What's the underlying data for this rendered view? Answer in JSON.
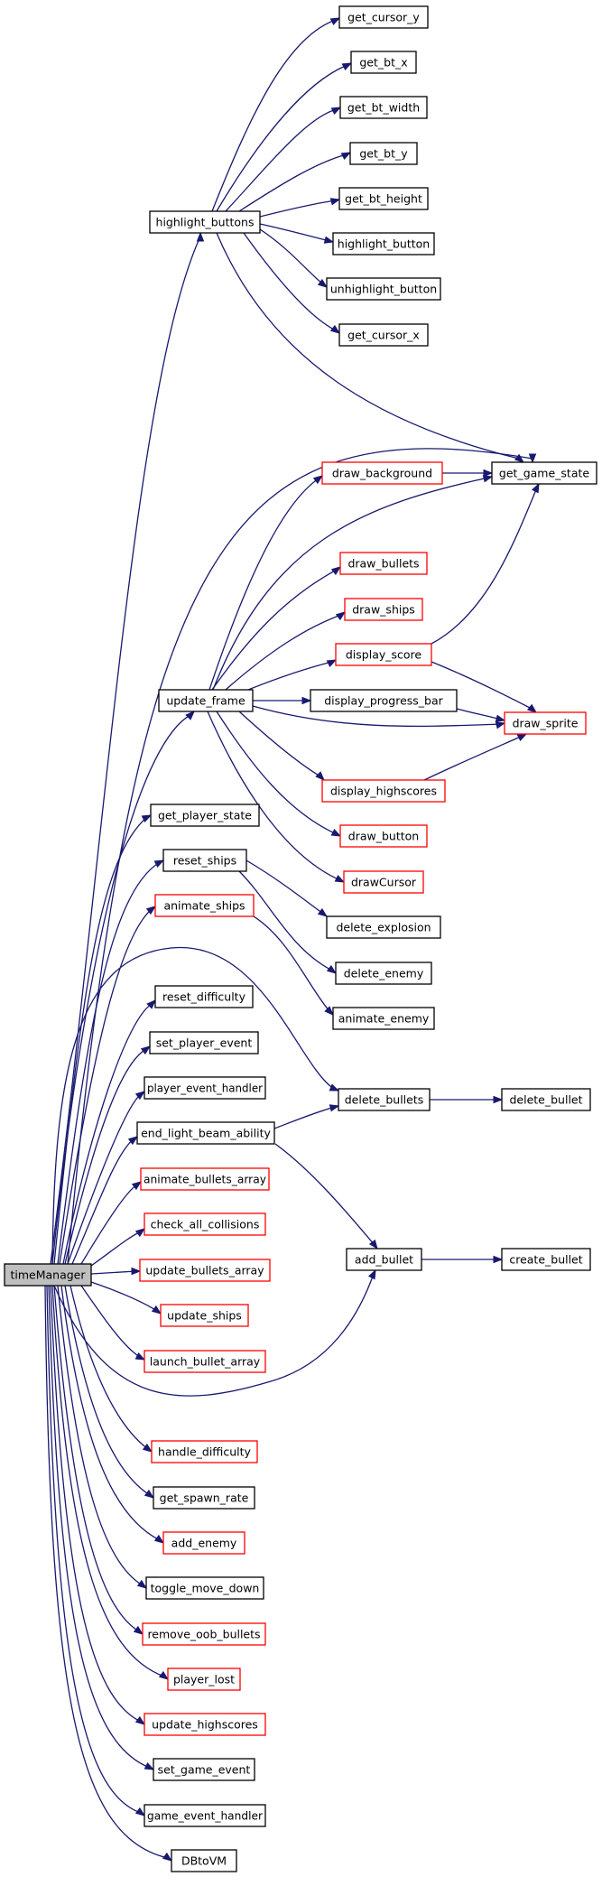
{
  "graph": {
    "nodes": [
      {
        "id": "n0",
        "label": "timeManager",
        "variant": "root"
      },
      {
        "id": "n1",
        "label": "highlight_buttons",
        "variant": "normal"
      },
      {
        "id": "n2",
        "label": "get_cursor_y",
        "variant": "normal"
      },
      {
        "id": "n3",
        "label": "get_bt_x",
        "variant": "normal"
      },
      {
        "id": "n4",
        "label": "get_bt_width",
        "variant": "normal"
      },
      {
        "id": "n5",
        "label": "get_bt_y",
        "variant": "normal"
      },
      {
        "id": "n6",
        "label": "get_bt_height",
        "variant": "normal"
      },
      {
        "id": "n7",
        "label": "highlight_button",
        "variant": "normal"
      },
      {
        "id": "n8",
        "label": "unhighlight_button",
        "variant": "normal"
      },
      {
        "id": "n9",
        "label": "get_cursor_x",
        "variant": "normal"
      },
      {
        "id": "n10",
        "label": "draw_background",
        "variant": "red"
      },
      {
        "id": "n11",
        "label": "get_game_state",
        "variant": "normal"
      },
      {
        "id": "n12",
        "label": "draw_bullets",
        "variant": "red"
      },
      {
        "id": "n13",
        "label": "draw_ships",
        "variant": "red"
      },
      {
        "id": "n14",
        "label": "display_score",
        "variant": "red"
      },
      {
        "id": "n15",
        "label": "update_frame",
        "variant": "normal"
      },
      {
        "id": "n16",
        "label": "display_progress_bar",
        "variant": "normal"
      },
      {
        "id": "n17",
        "label": "draw_sprite",
        "variant": "red"
      },
      {
        "id": "n18",
        "label": "display_highscores",
        "variant": "red"
      },
      {
        "id": "n19",
        "label": "get_player_state",
        "variant": "normal"
      },
      {
        "id": "n20",
        "label": "draw_button",
        "variant": "red"
      },
      {
        "id": "n21",
        "label": "reset_ships",
        "variant": "normal"
      },
      {
        "id": "n22",
        "label": "drawCursor",
        "variant": "red"
      },
      {
        "id": "n23",
        "label": "animate_ships",
        "variant": "red"
      },
      {
        "id": "n24",
        "label": "delete_explosion",
        "variant": "normal"
      },
      {
        "id": "n25",
        "label": "delete_enemy",
        "variant": "normal"
      },
      {
        "id": "n26",
        "label": "reset_difficulty",
        "variant": "normal"
      },
      {
        "id": "n27",
        "label": "animate_enemy",
        "variant": "normal"
      },
      {
        "id": "n28",
        "label": "set_player_event",
        "variant": "normal"
      },
      {
        "id": "n29",
        "label": "player_event_handler",
        "variant": "normal"
      },
      {
        "id": "n30",
        "label": "delete_bullets",
        "variant": "normal"
      },
      {
        "id": "n31",
        "label": "delete_bullet",
        "variant": "normal"
      },
      {
        "id": "n32",
        "label": "end_light_beam_ability",
        "variant": "normal"
      },
      {
        "id": "n33",
        "label": "animate_bullets_array",
        "variant": "red"
      },
      {
        "id": "n34",
        "label": "check_all_collisions",
        "variant": "red"
      },
      {
        "id": "n35",
        "label": "add_bullet",
        "variant": "normal"
      },
      {
        "id": "n36",
        "label": "create_bullet",
        "variant": "normal"
      },
      {
        "id": "n37",
        "label": "update_bullets_array",
        "variant": "red"
      },
      {
        "id": "n38",
        "label": "update_ships",
        "variant": "red"
      },
      {
        "id": "n39",
        "label": "launch_bullet_array",
        "variant": "red"
      },
      {
        "id": "n40",
        "label": "handle_difficulty",
        "variant": "red"
      },
      {
        "id": "n41",
        "label": "get_spawn_rate",
        "variant": "normal"
      },
      {
        "id": "n42",
        "label": "add_enemy",
        "variant": "red"
      },
      {
        "id": "n43",
        "label": "toggle_move_down",
        "variant": "normal"
      },
      {
        "id": "n44",
        "label": "remove_oob_bullets",
        "variant": "red"
      },
      {
        "id": "n45",
        "label": "player_lost",
        "variant": "red"
      },
      {
        "id": "n46",
        "label": "update_highscores",
        "variant": "red"
      },
      {
        "id": "n47",
        "label": "set_game_event",
        "variant": "normal"
      },
      {
        "id": "n48",
        "label": "game_event_handler",
        "variant": "normal"
      },
      {
        "id": "n49",
        "label": "DBtoVM",
        "variant": "normal"
      }
    ],
    "edges": [
      {
        "from": "n0",
        "to": "n1"
      },
      {
        "from": "n1",
        "to": "n2"
      },
      {
        "from": "n1",
        "to": "n3"
      },
      {
        "from": "n1",
        "to": "n4"
      },
      {
        "from": "n1",
        "to": "n5"
      },
      {
        "from": "n1",
        "to": "n6"
      },
      {
        "from": "n1",
        "to": "n7"
      },
      {
        "from": "n1",
        "to": "n8"
      },
      {
        "from": "n1",
        "to": "n9"
      },
      {
        "from": "n1",
        "to": "n11"
      },
      {
        "from": "n0",
        "to": "n11"
      },
      {
        "from": "n0",
        "to": "n15"
      },
      {
        "from": "n15",
        "to": "n10"
      },
      {
        "from": "n10",
        "to": "n11"
      },
      {
        "from": "n15",
        "to": "n11"
      },
      {
        "from": "n15",
        "to": "n12"
      },
      {
        "from": "n15",
        "to": "n13"
      },
      {
        "from": "n15",
        "to": "n14"
      },
      {
        "from": "n14",
        "to": "n11"
      },
      {
        "from": "n14",
        "to": "n17"
      },
      {
        "from": "n15",
        "to": "n16"
      },
      {
        "from": "n16",
        "to": "n17"
      },
      {
        "from": "n15",
        "to": "n17"
      },
      {
        "from": "n15",
        "to": "n18"
      },
      {
        "from": "n18",
        "to": "n17"
      },
      {
        "from": "n15",
        "to": "n20"
      },
      {
        "from": "n15",
        "to": "n22"
      },
      {
        "from": "n0",
        "to": "n19"
      },
      {
        "from": "n0",
        "to": "n21"
      },
      {
        "from": "n21",
        "to": "n24"
      },
      {
        "from": "n21",
        "to": "n25"
      },
      {
        "from": "n0",
        "to": "n23"
      },
      {
        "from": "n23",
        "to": "n27"
      },
      {
        "from": "n0",
        "to": "n30"
      },
      {
        "from": "n30",
        "to": "n31"
      },
      {
        "from": "n0",
        "to": "n26"
      },
      {
        "from": "n0",
        "to": "n28"
      },
      {
        "from": "n0",
        "to": "n29"
      },
      {
        "from": "n0",
        "to": "n32"
      },
      {
        "from": "n32",
        "to": "n30"
      },
      {
        "from": "n32",
        "to": "n35"
      },
      {
        "from": "n35",
        "to": "n36"
      },
      {
        "from": "n0",
        "to": "n33"
      },
      {
        "from": "n0",
        "to": "n34"
      },
      {
        "from": "n0",
        "to": "n37"
      },
      {
        "from": "n0",
        "to": "n38"
      },
      {
        "from": "n0",
        "to": "n39"
      },
      {
        "from": "n0",
        "to": "n35"
      },
      {
        "from": "n0",
        "to": "n40"
      },
      {
        "from": "n0",
        "to": "n41"
      },
      {
        "from": "n0",
        "to": "n42"
      },
      {
        "from": "n0",
        "to": "n43"
      },
      {
        "from": "n0",
        "to": "n44"
      },
      {
        "from": "n0",
        "to": "n45"
      },
      {
        "from": "n0",
        "to": "n46"
      },
      {
        "from": "n0",
        "to": "n47"
      },
      {
        "from": "n0",
        "to": "n48"
      },
      {
        "from": "n0",
        "to": "n49"
      }
    ]
  },
  "colors": {
    "edge": "#191970",
    "root_fill": "#bfbfbf",
    "normal_border": "#000000",
    "truncated_border": "#ff0000"
  }
}
